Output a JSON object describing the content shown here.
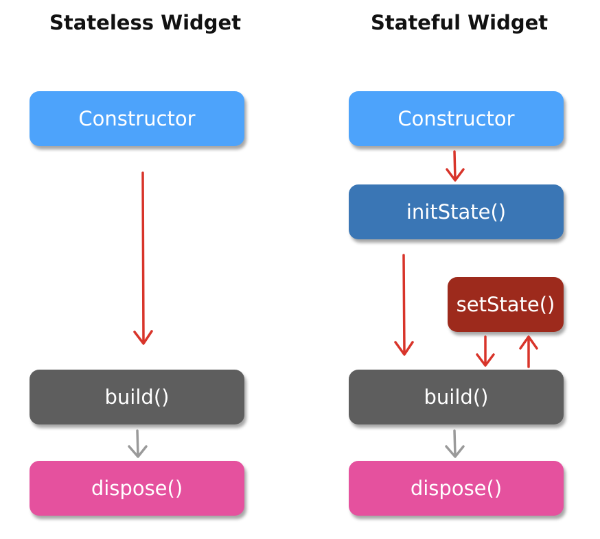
{
  "left_column": {
    "heading": "Stateless Widget",
    "nodes": {
      "constructor": "Constructor",
      "build": "build()",
      "dispose": "dispose()"
    }
  },
  "right_column": {
    "heading": "Stateful Widget",
    "nodes": {
      "constructor": "Constructor",
      "init_state": "initState()",
      "set_state": "setState()",
      "build": "build()",
      "dispose": "dispose()"
    }
  },
  "colors": {
    "constructor": "#4da3fb",
    "init_state": "#3a76b5",
    "set_state": "#9d2a1c",
    "build": "#5e5e5e",
    "dispose": "#e5519e",
    "red_arrow": "#d8342a",
    "gray_arrow": "#9a9a9a"
  }
}
